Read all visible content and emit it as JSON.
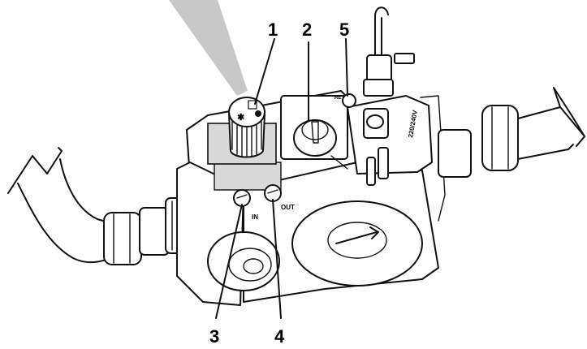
{
  "callouts": [
    "1",
    "2",
    "3",
    "4",
    "5"
  ],
  "labels": {
    "inlet": "IN",
    "outlet": "OUT",
    "voltage": "220/240V",
    "button_mark": "RE"
  },
  "colors": {
    "beam": "#c8c8c8",
    "shade": "#d9d9d9",
    "line": "#111111"
  }
}
